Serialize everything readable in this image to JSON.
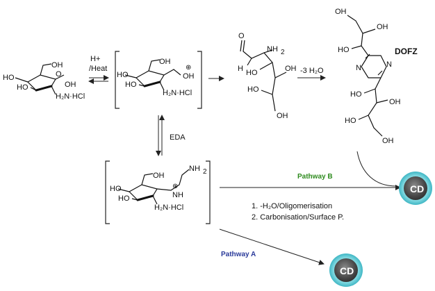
{
  "labels": {
    "oh": "OH",
    "ho": "HO",
    "h": "H",
    "o": "O",
    "n": "N",
    "nh": "NH",
    "nh2": "NH",
    "sub2": "2",
    "amine_hcl": "H2N·HCl",
    "amine_hcl_b": "H₂N·HCl",
    "plus": "⊕"
  },
  "arrows": {
    "equilibrium_label_1": "H+",
    "equilibrium_label_2": "/Heat",
    "dehydration": "-3 H₂O",
    "eda": "EDA"
  },
  "product": {
    "dofz": "DOFZ",
    "cd": "CD"
  },
  "pathways": {
    "b_label": "Pathway B",
    "b_color": "#2e8b1e",
    "a_label": "Pathway A",
    "a_color": "#2a3a9a",
    "step1": "1. -H₂O/Oligomerisation",
    "step2": "2. Carbonisation/Surface P."
  }
}
